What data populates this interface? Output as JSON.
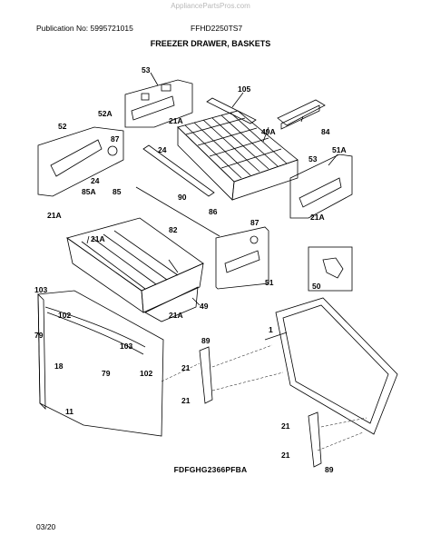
{
  "header": {
    "watermark": "AppliancePartsPros.com",
    "publication": "Publication No: 5995721015",
    "model": "FFHD2250TS7",
    "title": "FREEZER DRAWER, BASKETS"
  },
  "callouts": {
    "c53a": "53",
    "c105": "105",
    "c52a": "52A",
    "c21a_1": "21A",
    "c49a": "49A",
    "c84": "84",
    "c52": "52",
    "c87a": "87",
    "c24a": "24",
    "c51a": "51A",
    "c53b": "53",
    "c24b": "24",
    "c85a": "85A",
    "c85": "85",
    "c90": "90",
    "c21a_2": "21A",
    "c86": "86",
    "c21a_3": "21A",
    "c87b": "87",
    "c82": "82",
    "c21a_4": "21A",
    "c50": "50",
    "c51": "51",
    "c103a": "103",
    "c21a_5": "21A",
    "c102a": "102",
    "c49": "49",
    "c1": "1",
    "c89a": "89",
    "c79a": "79",
    "c103b": "103",
    "c18": "18",
    "c102b": "102",
    "c79b": "79",
    "c21a": "21",
    "c21b": "21",
    "c11": "11",
    "c21c": "21",
    "c21d": "21",
    "c89b": "89"
  },
  "footer": {
    "sub_reference": "FDFGHG2366PFBA",
    "date": "03/20"
  }
}
